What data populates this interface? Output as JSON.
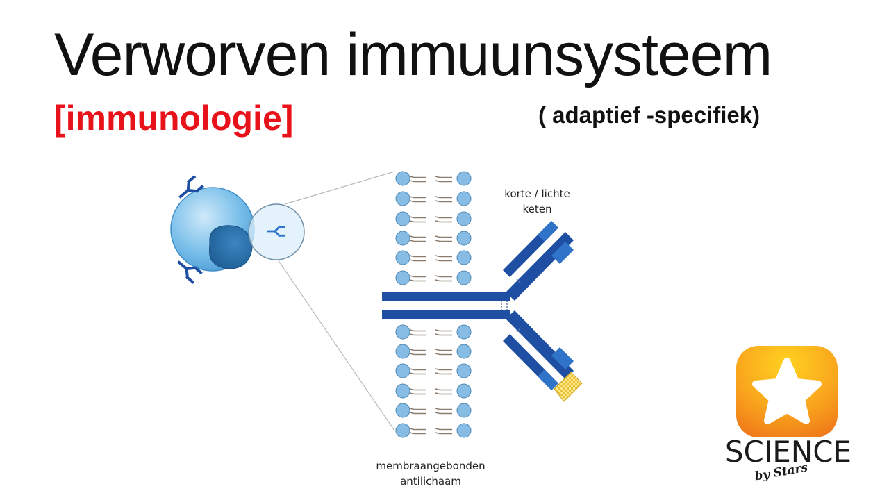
{
  "slide": {
    "title": "Verworven immuunsysteem",
    "subtitle": "[immunologie]",
    "tagline": "( adaptief -specifiek)"
  },
  "diagram": {
    "label_light_chain_line1": "korte / lichte",
    "label_light_chain_line2": "keten",
    "label_bottom_line1": "membraangebonden",
    "label_bottom_line2": "antilichaam"
  },
  "logo": {
    "word": "SCIENCE",
    "sub": "by Stars"
  },
  "colors": {
    "title": "#111111",
    "subtitle": "#e8121a",
    "antibody_dark": "#1f4fa3",
    "antibody_light": "#2f74c8",
    "phospholipid_head": "#87bde5",
    "cell": "#7cc0ea",
    "nucleus": "#2a6fa8",
    "logo_orange": "#f7941d",
    "logo_yellow": "#ffd21f"
  }
}
